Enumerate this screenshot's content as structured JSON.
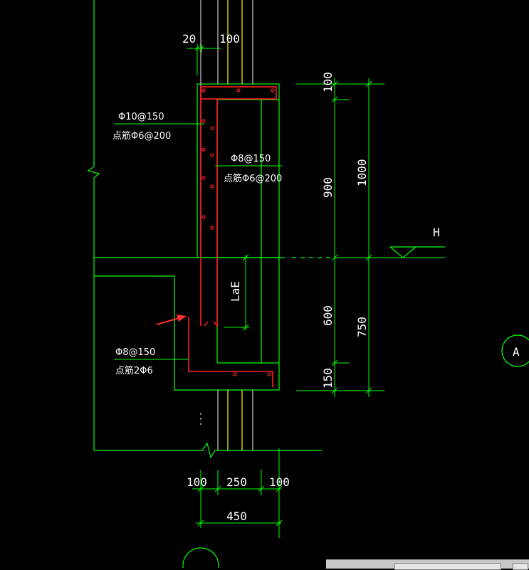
{
  "colors": {
    "background": "#000000",
    "green": "#00ff00",
    "red": "#ff2020",
    "yellow": "#ffff00",
    "white": "#ffffff",
    "gray": "#c8c8c8",
    "arrow": "#ff3030"
  },
  "top_dims": {
    "left": "20",
    "right": "100"
  },
  "rebar": {
    "outer_main": "Φ10@150",
    "outer_dist": "点筋Φ6@200",
    "inner_main": "Φ8@150",
    "inner_dist": "点筋Φ6@200",
    "bottom_main": "Φ8@150",
    "bottom_dist": "点筋2Φ6"
  },
  "lap_label": "LaE",
  "right_dims": {
    "top_100": "100",
    "d900": "900",
    "d1000": "1000",
    "d600": "600",
    "d150": "150",
    "d750": "750"
  },
  "level_label": "H",
  "axis_label": "A",
  "bottom_dims": {
    "b100_left": "100",
    "b250": "250",
    "b100_right": "100",
    "b450": "450"
  },
  "icons": {
    "level": "elevation-triangle-icon",
    "axis": "axis-bubble-icon",
    "pointer": "red-arrow-icon"
  }
}
